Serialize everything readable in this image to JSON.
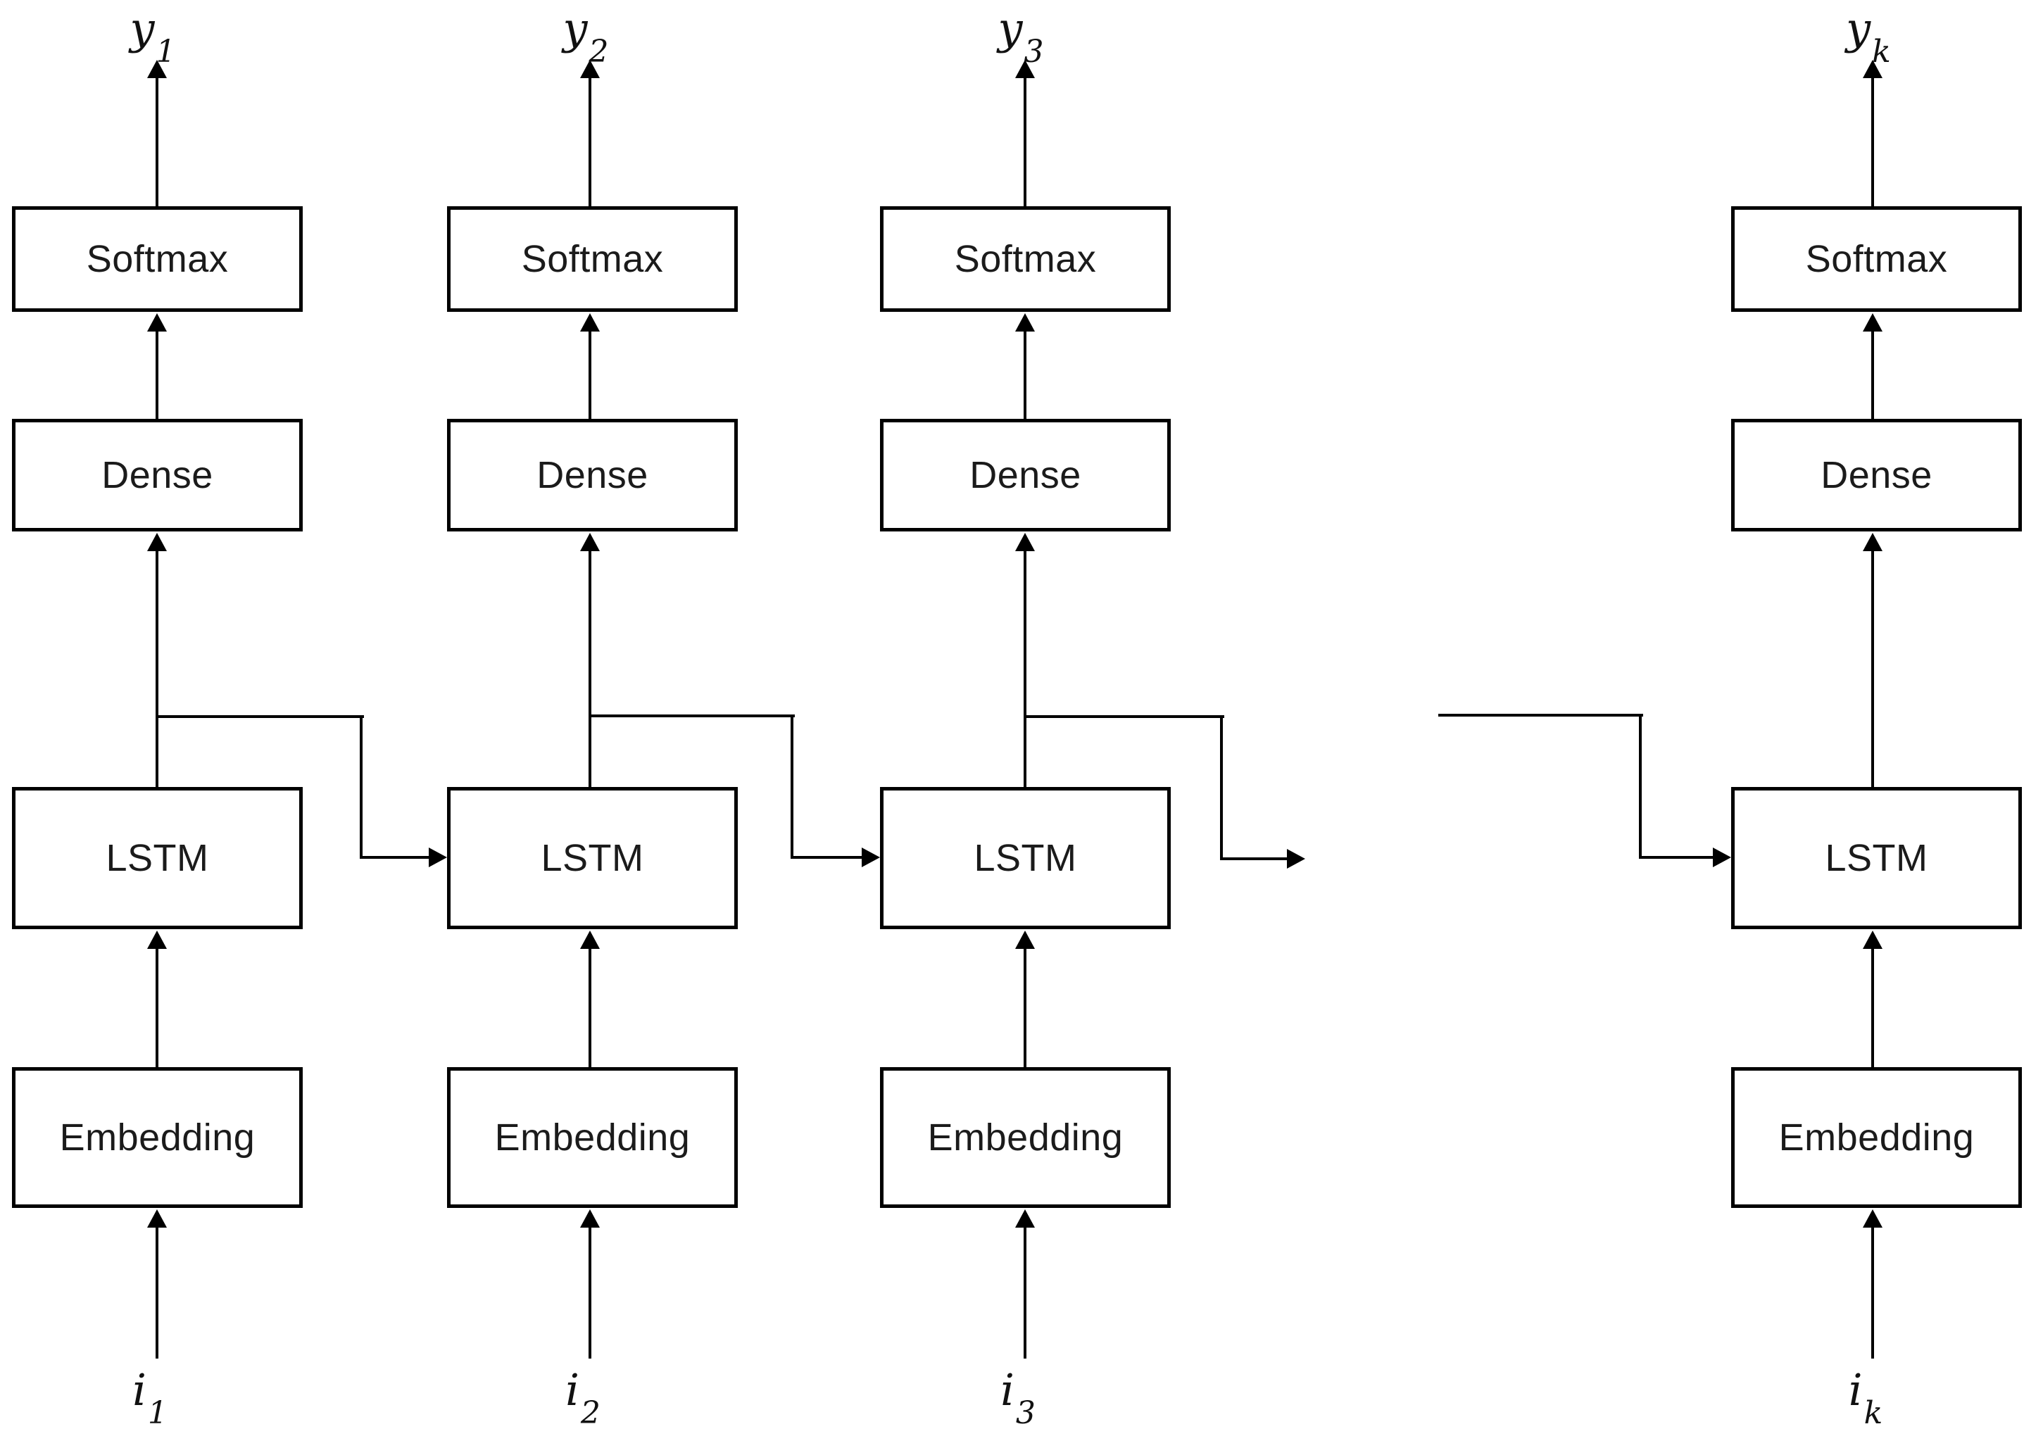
{
  "diagram": {
    "type": "unrolled-lstm-language-model",
    "columns": [
      {
        "id": "timestep-1",
        "output_label": {
          "base": "y",
          "sub": "1"
        },
        "layers": [
          "Softmax",
          "Dense",
          "LSTM",
          "Embedding"
        ],
        "input_label": {
          "base": "i",
          "sub": "1"
        }
      },
      {
        "id": "timestep-2",
        "output_label": {
          "base": "y",
          "sub": "2"
        },
        "layers": [
          "Softmax",
          "Dense",
          "LSTM",
          "Embedding"
        ],
        "input_label": {
          "base": "i",
          "sub": "2"
        }
      },
      {
        "id": "timestep-3",
        "output_label": {
          "base": "y",
          "sub": "3"
        },
        "layers": [
          "Softmax",
          "Dense",
          "LSTM",
          "Embedding"
        ],
        "input_label": {
          "base": "i",
          "sub": "3"
        }
      },
      {
        "id": "timestep-k",
        "output_label": {
          "base": "y",
          "sub": "k"
        },
        "layers": [
          "Softmax",
          "Dense",
          "LSTM",
          "Embedding"
        ],
        "input_label": {
          "base": "i",
          "sub": "k"
        }
      }
    ],
    "colors": {
      "background": "#ffffff",
      "line": "#000000",
      "box_border": "#000000",
      "box_fill": "#ffffff",
      "text": "#1b1b1b"
    }
  }
}
